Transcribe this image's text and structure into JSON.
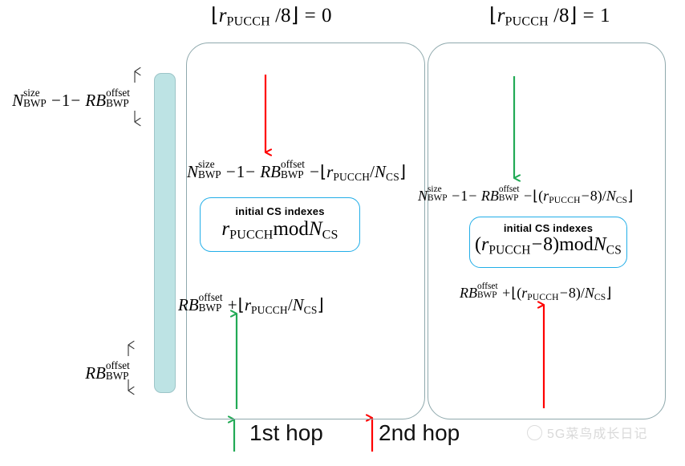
{
  "figure": {
    "type": "diagram",
    "subject": "PUCCH resource mapping within BWP for r_PUCCH index ranges, showing 1st hop and 2nd hop PRB allocation"
  },
  "panels": [
    {
      "id": "left",
      "title_html": "&#8970;<i>r</i><sub>PUCCH</sub> /8&#8971; = 0",
      "title_plain": "floor(r_PUCCH / 8) = 0",
      "top_formula_plain": "N_BWP^size - 1 - RB_BWP^offset - floor(r_PUCCH / N_CS)",
      "bottom_formula_plain": "RB_BWP^offset + floor(r_PUCCH / N_CS)",
      "cs_box": {
        "title": "initial CS indexes",
        "formula_plain": "r_PUCCH mod N_CS"
      },
      "top_arrow_color": "#ff0000",
      "top_arrow_direction": "down",
      "bottom_arrow_color": "#22aa55",
      "bottom_arrow_direction": "up"
    },
    {
      "id": "right",
      "title_html": "&#8970;<i>r</i><sub>PUCCH</sub> /8&#8971; = 1",
      "title_plain": "floor(r_PUCCH / 8) = 1",
      "top_formula_plain": "N_BWP^size - 1 - RB_BWP^offset - floor((r_PUCCH - 8) / N_CS)",
      "bottom_formula_plain": "RB_BWP^offset + floor((r_PUCCH - 8) / N_CS)",
      "cs_box": {
        "title": "initial CS indexes",
        "formula_plain": "(r_PUCCH - 8) mod N_CS"
      },
      "top_arrow_color": "#22aa55",
      "top_arrow_direction": "down",
      "bottom_arrow_color": "#ff0000",
      "bottom_arrow_direction": "up"
    }
  ],
  "axis_labels": {
    "top_label_plain": "N_BWP^size - 1 - RB_BWP^offset",
    "bottom_label_plain": "RB_BWP^offset"
  },
  "legend": {
    "first_hop": "1st hop",
    "first_hop_color": "#22aa55",
    "second_hop": "2nd hop",
    "second_hop_color": "#ff0000"
  },
  "watermark": {
    "text": "5G菜鸟成长日记"
  },
  "colors": {
    "bwp_bar_fill": "#bde3e4",
    "bwp_bar_border": "#9dc5c8",
    "panel_border": "#8fa9ad",
    "cs_box_border": "#22aee8",
    "green": "#22aa55",
    "red": "#ff0000",
    "background": "#ffffff"
  }
}
